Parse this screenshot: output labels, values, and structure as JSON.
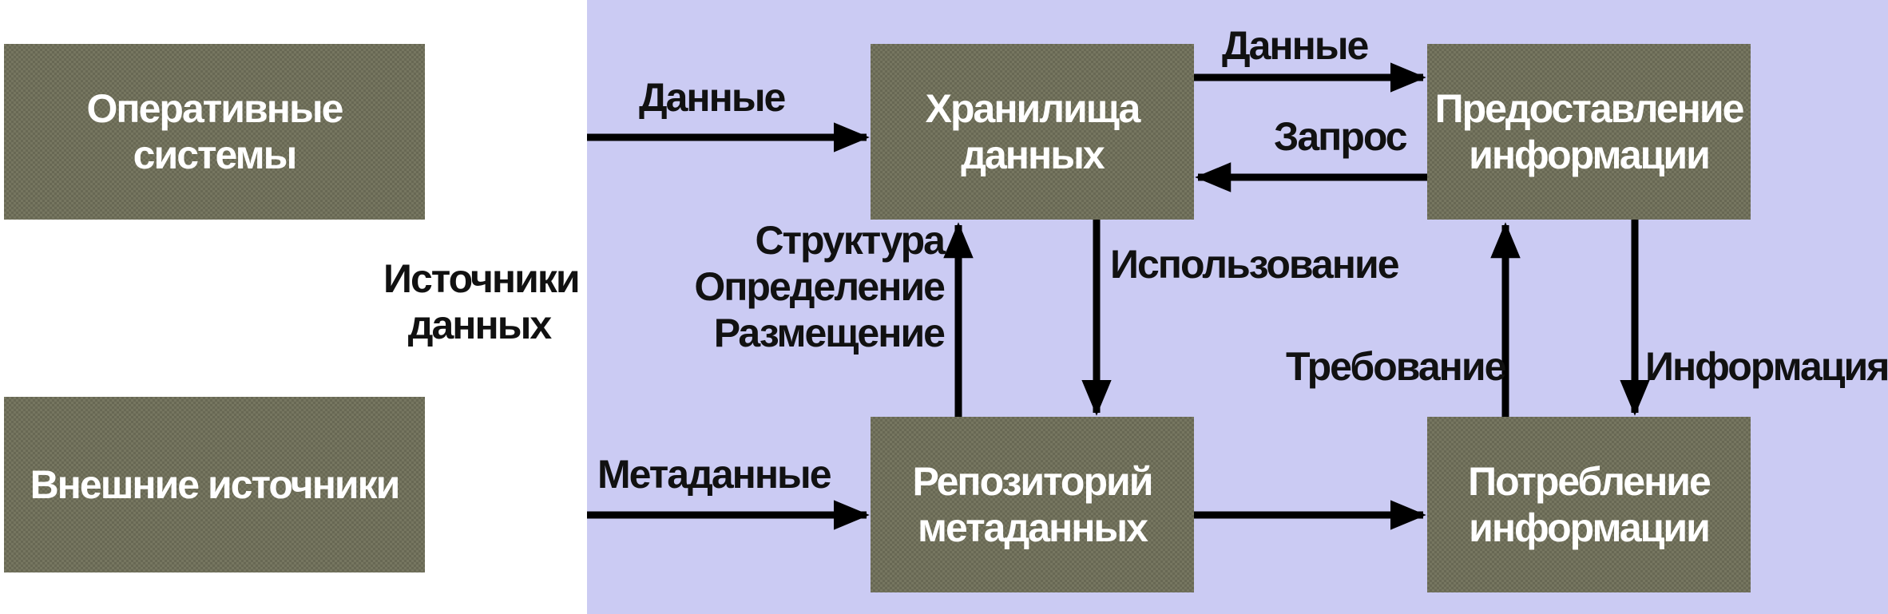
{
  "sources": {
    "operational": "Оперативные системы",
    "external": "Внешние источники",
    "caption": "Источники\nданных"
  },
  "nodes": {
    "warehouse": "Хранилища\nданных",
    "presentation": "Предоставление\nинформации",
    "repository": "Репозиторий\nметаданных",
    "consumption": "Потребление\nинформации"
  },
  "edges": {
    "data_in": "Данные",
    "metadata_in": "Метаданные",
    "data_out": "Данные",
    "query": "Запрос",
    "structure": "Структура\nОпределение\nРазмещение",
    "usage": "Использование",
    "requirement": "Требование",
    "information": "Информация"
  },
  "colors": {
    "panel": "#cbcbf3",
    "box": "#767660",
    "arrow": "#000000"
  }
}
